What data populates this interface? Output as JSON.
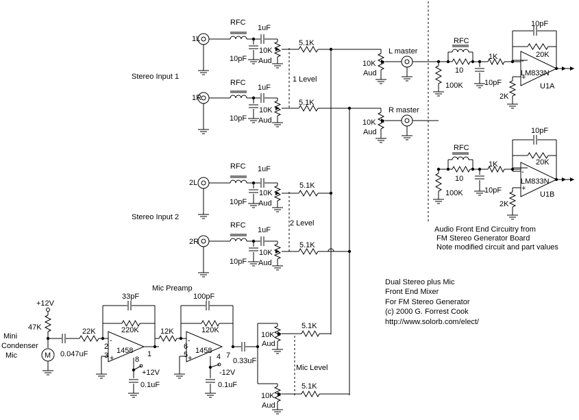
{
  "labels": {
    "stereo_input_1": "Stereo Input 1",
    "stereo_input_2": "Stereo Input 2",
    "level_1": "1 Level",
    "level_2": "2 Level",
    "mic_level": "Mic Level",
    "mic_preamp": "Mic Preamp",
    "l_master": "L master",
    "r_master": "R master",
    "mic": [
      "Mini",
      "Condenser",
      "Mic"
    ]
  },
  "inputs": [
    {
      "jack": "1L",
      "rfc": "RFC",
      "cap": "1uF",
      "c_bypass": "10pF",
      "pot": "10K",
      "taper": "Aud",
      "mix_r": "5.1K"
    },
    {
      "jack": "1R",
      "rfc": "RFC",
      "cap": "1uF",
      "c_bypass": "10pF",
      "pot": "10K",
      "taper": "Aud",
      "mix_r": "5.1K"
    },
    {
      "jack": "2L",
      "rfc": "RFC",
      "cap": "1uF",
      "c_bypass": "10pF",
      "pot": "10K",
      "taper": "Aud",
      "mix_r": "5.1K"
    },
    {
      "jack": "2R",
      "rfc": "RFC",
      "cap": "1uF",
      "c_bypass": "10pF",
      "pot": "10K",
      "taper": "Aud",
      "mix_r": "5.1K"
    }
  ],
  "masters": [
    {
      "pot": "10K",
      "taper": "Aud",
      "rfc": "RFC",
      "r_series": "10",
      "r_shunt": "100K",
      "c_shunt": "10pF",
      "r_in": "1K",
      "c_fb": "10pF",
      "r_fb": "20K",
      "r_bias": "2K",
      "ic": "LM833N",
      "unit": "U1A"
    },
    {
      "pot": "10K",
      "taper": "Aud",
      "rfc": "RFC",
      "r_series": "10",
      "r_shunt": "100K",
      "c_shunt": "10pF",
      "r_in": "1K",
      "c_fb": "10pF",
      "r_fb": "20K",
      "r_bias": "2K",
      "ic": "LM833N",
      "unit": "U1B"
    }
  ],
  "preamp": {
    "supply": "+12V",
    "r_bias": "47K",
    "c_in": "0.047uF",
    "r_in": "22K",
    "stage1": {
      "c_fb": "33pF",
      "r_fb": "220K",
      "ic": "1458",
      "pin_inv": "2",
      "pin_noninv": "3",
      "pin_out": "1",
      "pin_pwr": "8",
      "supply": "+12V",
      "decouple": "0.1uF"
    },
    "r_mid": "12K",
    "stage2": {
      "c_fb": "100pF",
      "r_fb": "120K",
      "ic": "1458",
      "pin_inv": "6",
      "pin_noninv": "5",
      "pin_out": "7",
      "pin_pwr": "4",
      "supply": "-12V",
      "decouple": "0.1uF"
    },
    "c_out": "0.33uF"
  },
  "mic_pots": [
    {
      "pot": "10K",
      "taper": "Aud",
      "mix_r": "5.1K"
    },
    {
      "pot": "10K",
      "taper": "Aud",
      "mix_r": "5.1K"
    }
  ],
  "notes_board": [
    "Audio Front End Circuitry from",
    "FM Stereo Generator Board",
    "Note modified circuit and part values"
  ],
  "notes_title": [
    "Dual Stereo plus Mic",
    "Front End Mixer",
    "For FM Stereo Generator",
    "(c) 2000 G. Forrest Cook",
    "http://www.solorb.com/elect/"
  ]
}
